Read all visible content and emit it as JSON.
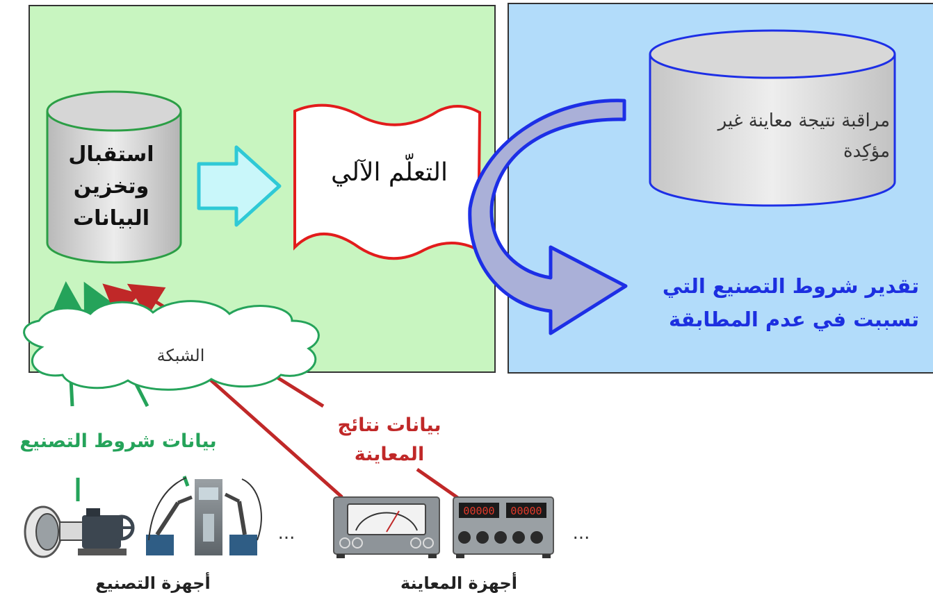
{
  "labels": {
    "storage": "استقبال وتخزين البيانات",
    "machine_learning": "التعلّم الآلي",
    "monitoring": "مراقبة نتيجة معاينة غير مؤكِدة",
    "estimate": "تقدير شروط التصنيع التي تسببت في عدم المطابقة",
    "network": "الشبكة",
    "manufacturing_data": "بيانات شروط التصنيع",
    "inspection_data": "بيانات نتائج المعاينة",
    "manufacturing_devices": "أجهزة التصنيع",
    "inspection_devices": "أجهزة المعاينة",
    "ellipsis_1": "...",
    "ellipsis_2": "...",
    "display_1": "00000",
    "display_2": "00000"
  },
  "colors": {
    "green_panel": "#c8f5c0",
    "blue_panel": "#b2dcfa",
    "green_arrow": "#25a35a",
    "red_arrow": "#c02828",
    "blue_text": "#1c2fe0",
    "cyan_arrow_fill": "#c9f7fa",
    "cyan_arrow_stroke": "#2fc9d6",
    "red_doc_stroke": "#e21c1c",
    "feedback_arrow_fill": "#aab0d8",
    "feedback_arrow_stroke": "#1d2fe6"
  },
  "icons": [
    "database-cylinder",
    "document-shape",
    "cloud-shape",
    "lathe-machine-icon",
    "robot-arm-icon",
    "analog-meter-icon",
    "digital-meter-icon"
  ]
}
